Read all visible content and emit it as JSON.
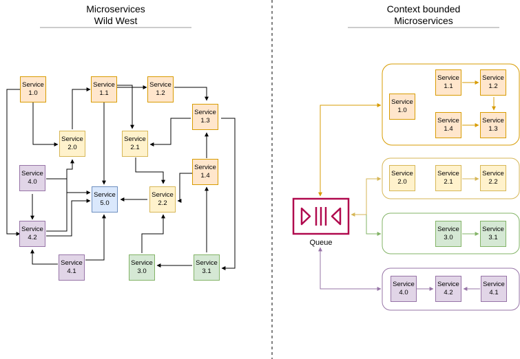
{
  "left_panel": {
    "title_line1": "Microservices",
    "title_line2": "Wild West",
    "services": [
      {
        "id": "w10",
        "label1": "Service",
        "label2": "1.0",
        "color": "orange"
      },
      {
        "id": "w11",
        "label1": "Service",
        "label2": "1.1",
        "color": "orange"
      },
      {
        "id": "w12",
        "label1": "Service",
        "label2": "1.2",
        "color": "orange"
      },
      {
        "id": "w13",
        "label1": "Service",
        "label2": "1.3",
        "color": "orange"
      },
      {
        "id": "w14",
        "label1": "Service",
        "label2": "1.4",
        "color": "orange"
      },
      {
        "id": "w20",
        "label1": "Service",
        "label2": "2.0",
        "color": "yellow"
      },
      {
        "id": "w21",
        "label1": "Service",
        "label2": "2.1",
        "color": "yellow"
      },
      {
        "id": "w22",
        "label1": "Service",
        "label2": "2.2",
        "color": "yellow"
      },
      {
        "id": "w40",
        "label1": "Service",
        "label2": "4.0",
        "color": "purple"
      },
      {
        "id": "w42",
        "label1": "Service",
        "label2": "4.2",
        "color": "purple"
      },
      {
        "id": "w41",
        "label1": "Service",
        "label2": "4.1",
        "color": "purple"
      },
      {
        "id": "w50",
        "label1": "Service",
        "label2": "5.0",
        "color": "blue"
      },
      {
        "id": "w30",
        "label1": "Service",
        "label2": "3.0",
        "color": "green"
      },
      {
        "id": "w31",
        "label1": "Service",
        "label2": "3.1",
        "color": "green"
      }
    ]
  },
  "right_panel": {
    "title_line1": "Context bounded",
    "title_line2": "Microservices",
    "queue_label": "Queue",
    "services": [
      {
        "id": "r10",
        "label1": "Service",
        "label2": "1.0",
        "color": "orange"
      },
      {
        "id": "r11",
        "label1": "Service",
        "label2": "1.1",
        "color": "orange"
      },
      {
        "id": "r12",
        "label1": "Service",
        "label2": "1.2",
        "color": "orange"
      },
      {
        "id": "r14",
        "label1": "Service",
        "label2": "1.4",
        "color": "orange"
      },
      {
        "id": "r13",
        "label1": "Service",
        "label2": "1.3",
        "color": "orange"
      },
      {
        "id": "r20",
        "label1": "Service",
        "label2": "2.0",
        "color": "yellow"
      },
      {
        "id": "r21",
        "label1": "Service",
        "label2": "2.1",
        "color": "yellow"
      },
      {
        "id": "r22",
        "label1": "Service",
        "label2": "2.2",
        "color": "yellow"
      },
      {
        "id": "r30",
        "label1": "Service",
        "label2": "3.0",
        "color": "green"
      },
      {
        "id": "r31",
        "label1": "Service",
        "label2": "3.1",
        "color": "green"
      },
      {
        "id": "r40",
        "label1": "Service",
        "label2": "4.0",
        "color": "purple"
      },
      {
        "id": "r42",
        "label1": "Service",
        "label2": "4.2",
        "color": "purple"
      },
      {
        "id": "r41",
        "label1": "Service",
        "label2": "4.1",
        "color": "purple"
      }
    ]
  },
  "colors": {
    "orange_stroke": "#d79b00",
    "yellow_stroke": "#d6b656",
    "green_stroke": "#82b366",
    "purple_stroke": "#9673a6",
    "queue_color": "#b0084d"
  }
}
